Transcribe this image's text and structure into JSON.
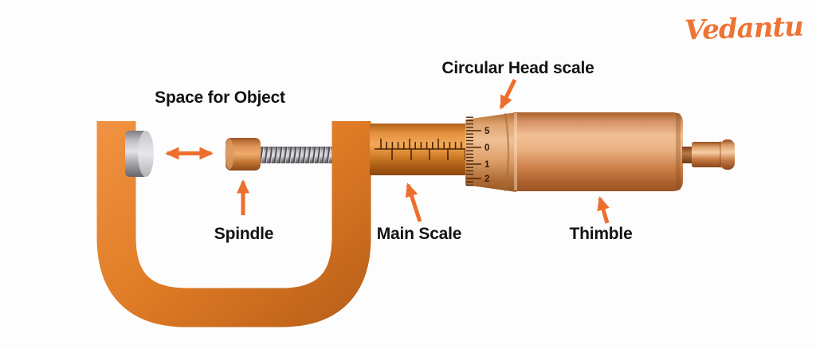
{
  "logo": {
    "text": "Vedantu",
    "color": "#ed7435"
  },
  "labels": {
    "space_for_object": "Space for Object",
    "circular_head_scale": "Circular Head scale",
    "spindle": "Spindle",
    "main_scale": "Main Scale",
    "thimble": "Thimble"
  },
  "head_scale": {
    "numbers": [
      "5",
      "0",
      "1",
      "2"
    ]
  },
  "colors": {
    "arrow": "#ed6f2d",
    "label_text": "#121212",
    "frame_orange": "#e07c26",
    "copper": "#dd9560",
    "anvil_silver": "#b9b9bd",
    "screw_silver": "#9b9b9e",
    "background": "#fdfdfd"
  }
}
